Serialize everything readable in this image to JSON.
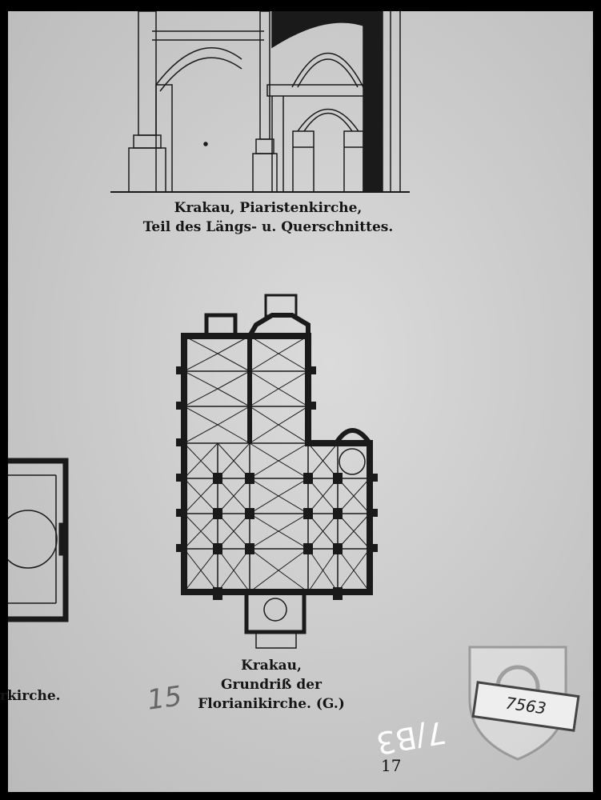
{
  "caption_top": {
    "line1": "Krakau, Piaristenkirche,",
    "line2": "Teil des Längs- u. Querschnittes."
  },
  "caption_plan": {
    "line1": "Krakau,",
    "line2": "Grundriß der",
    "line3": "Florianikirche. (G.)"
  },
  "caption_left_fragment": "rkirche.",
  "page_number": "17",
  "handwritten_number": "15",
  "handwritten_inverted": "7/B3",
  "inventory_number": "7563"
}
